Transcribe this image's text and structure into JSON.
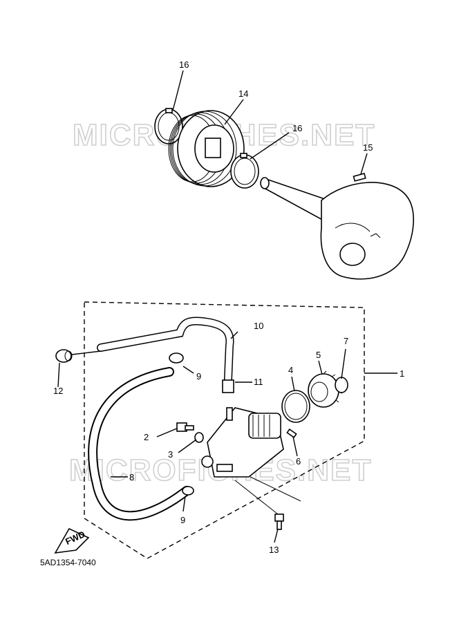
{
  "watermark": "MICROFICHES.NET",
  "diagram_code": "5AD1354-7040",
  "fwd_label": "FWD",
  "callouts": {
    "c1": "1",
    "c2": "2",
    "c3": "3",
    "c4": "4",
    "c5": "5",
    "c6": "6",
    "c7": "7",
    "c8": "8",
    "c9a": "9",
    "c9b": "9",
    "c10": "10",
    "c11": "11",
    "c12": "12",
    "c13": "13",
    "c14": "14",
    "c15": "15",
    "c16a": "16",
    "c16b": "16"
  }
}
